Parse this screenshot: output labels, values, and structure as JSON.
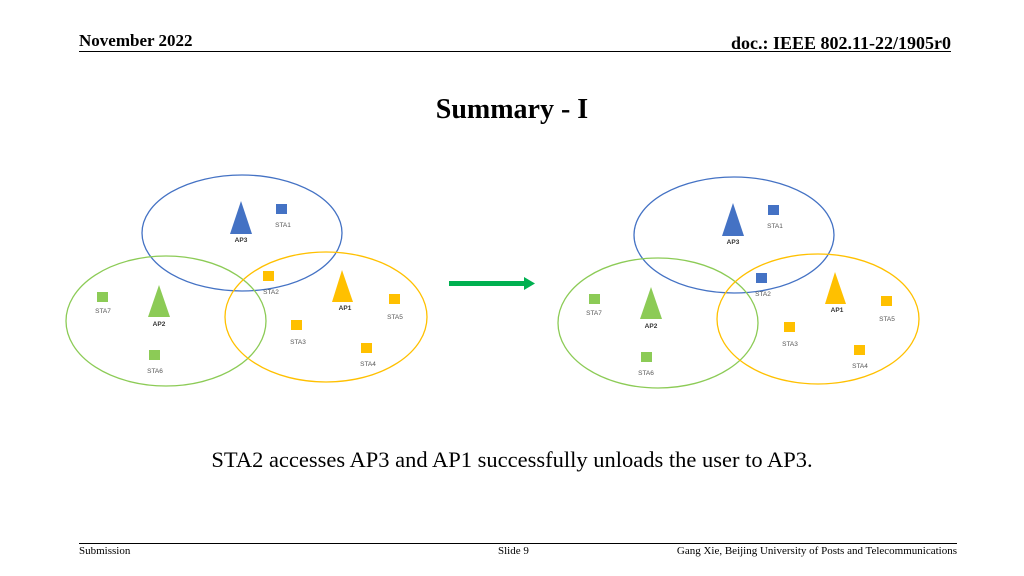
{
  "header": {
    "date": "November 2022",
    "doc": "doc.: IEEE 802.11-22/1905r0"
  },
  "title": "Summary - I",
  "diagrams": {
    "before": {
      "labels": {
        "ap3": "AP3",
        "ap2": "AP2",
        "ap1": "AP1",
        "sta1": "STA1",
        "sta2": "STA2",
        "sta3": "STA3",
        "sta4": "STA4",
        "sta5": "STA5",
        "sta6": "STA6",
        "sta7": "STA7"
      }
    },
    "after": {
      "labels": {
        "ap3": "AP3",
        "ap2": "AP2",
        "ap1": "AP1",
        "sta1": "STA1",
        "sta2": "STA2",
        "sta3": "STA3",
        "sta4": "STA4",
        "sta5": "STA5",
        "sta6": "STA6",
        "sta7": "STA7"
      }
    }
  },
  "colors": {
    "ap3": "#4472c4",
    "ap2": "#8ccb56",
    "ap1": "#ffc000",
    "arrow": "#00b050",
    "sta2_before": "#ffc000",
    "sta2_after": "#4472c4"
  },
  "caption": "STA2 accesses AP3 and AP1 successfully unloads the user to AP3.",
  "footer": {
    "left": "Submission",
    "center": "Slide 9",
    "right": "Gang Xie, Beijing University of Posts and Telecommunications"
  }
}
